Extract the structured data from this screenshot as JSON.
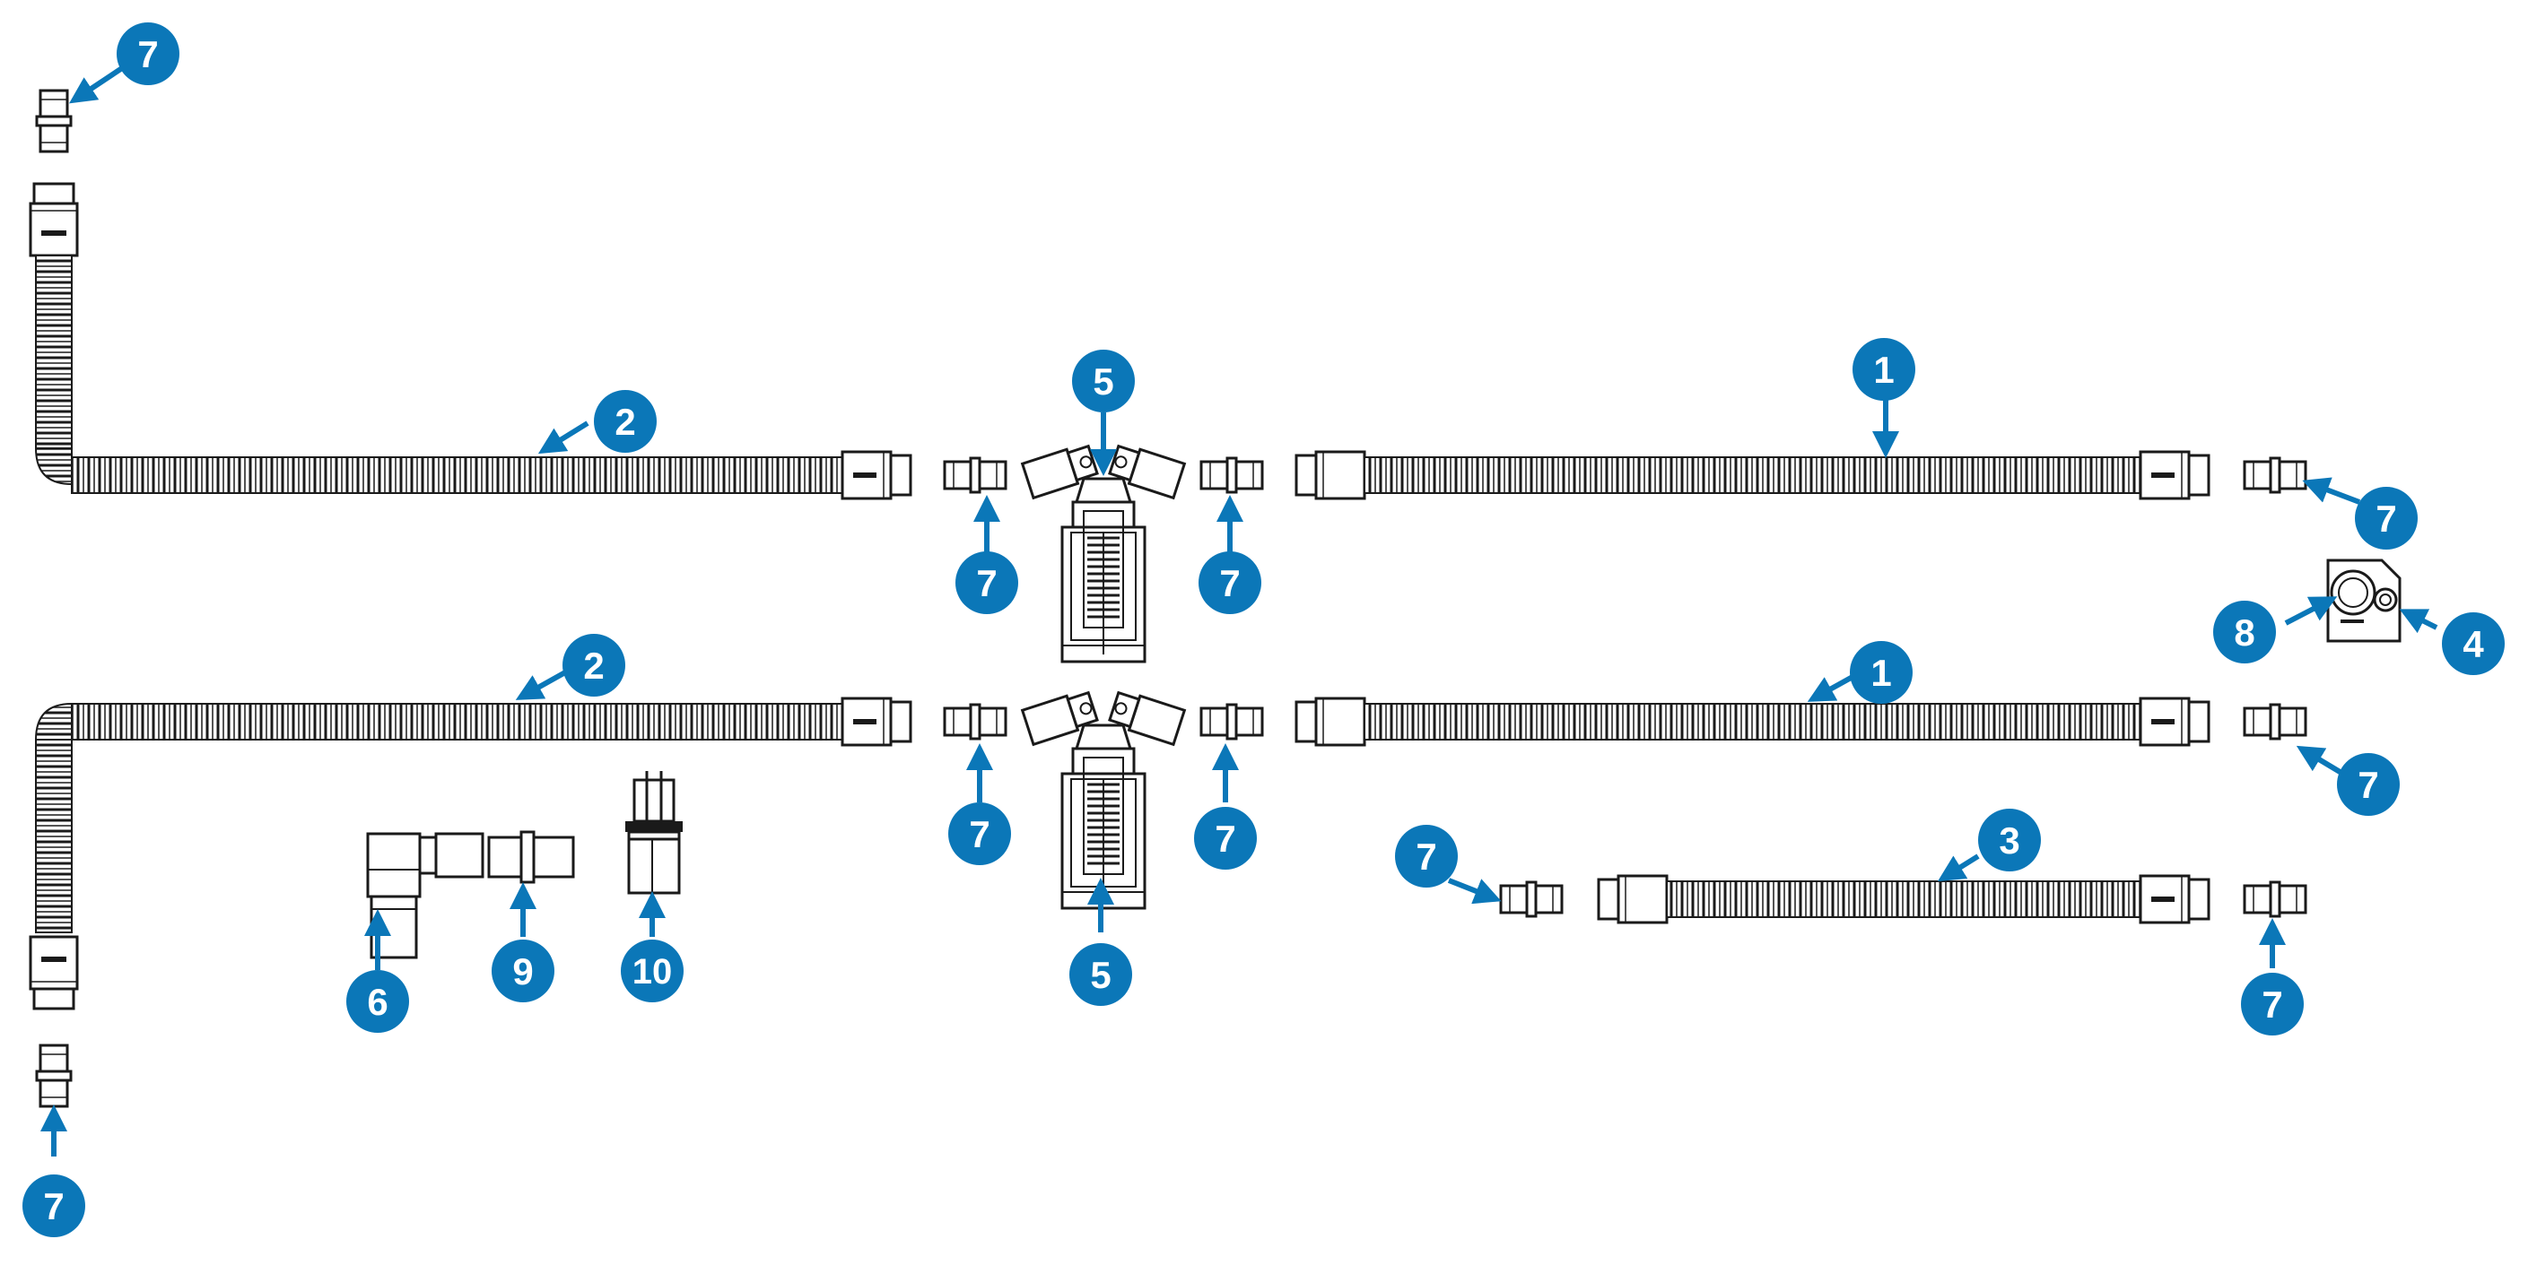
{
  "diagram": {
    "colors": {
      "callout_fill": "#0b77b8",
      "callout_text": "#ffffff",
      "arrow": "#0b77b8",
      "line_art": "#1a1a1a",
      "background": "#ffffff"
    },
    "callouts": [
      {
        "id": "c7-top-left-connector",
        "label": "7"
      },
      {
        "id": "c2-upper-tube",
        "label": "2"
      },
      {
        "id": "c5-upper-water-trap",
        "label": "5"
      },
      {
        "id": "c1-upper-tube",
        "label": "1"
      },
      {
        "id": "c7-upper-connector-a",
        "label": "7"
      },
      {
        "id": "c7-upper-connector-b",
        "label": "7"
      },
      {
        "id": "c7-upper-right-connector",
        "label": "7"
      },
      {
        "id": "c8-sensor-block",
        "label": "8"
      },
      {
        "id": "c4-sensor-block",
        "label": "4"
      },
      {
        "id": "c2-lower-tube",
        "label": "2"
      },
      {
        "id": "c1-lower-tube",
        "label": "1"
      },
      {
        "id": "c7-lower-right-connector",
        "label": "7"
      },
      {
        "id": "c7-lower-connector-a",
        "label": "7"
      },
      {
        "id": "c7-lower-connector-b",
        "label": "7"
      },
      {
        "id": "c3-short-tube",
        "label": "3"
      },
      {
        "id": "c7-short-tube-left",
        "label": "7"
      },
      {
        "id": "c7-short-tube-right",
        "label": "7"
      },
      {
        "id": "c5-lower-water-trap",
        "label": "5"
      },
      {
        "id": "c6-elbow",
        "label": "6"
      },
      {
        "id": "c9-straight-adapter",
        "label": "9"
      },
      {
        "id": "c10-flex-adapter",
        "label": "10"
      },
      {
        "id": "c7-bottom-left-connector",
        "label": "7"
      }
    ]
  }
}
